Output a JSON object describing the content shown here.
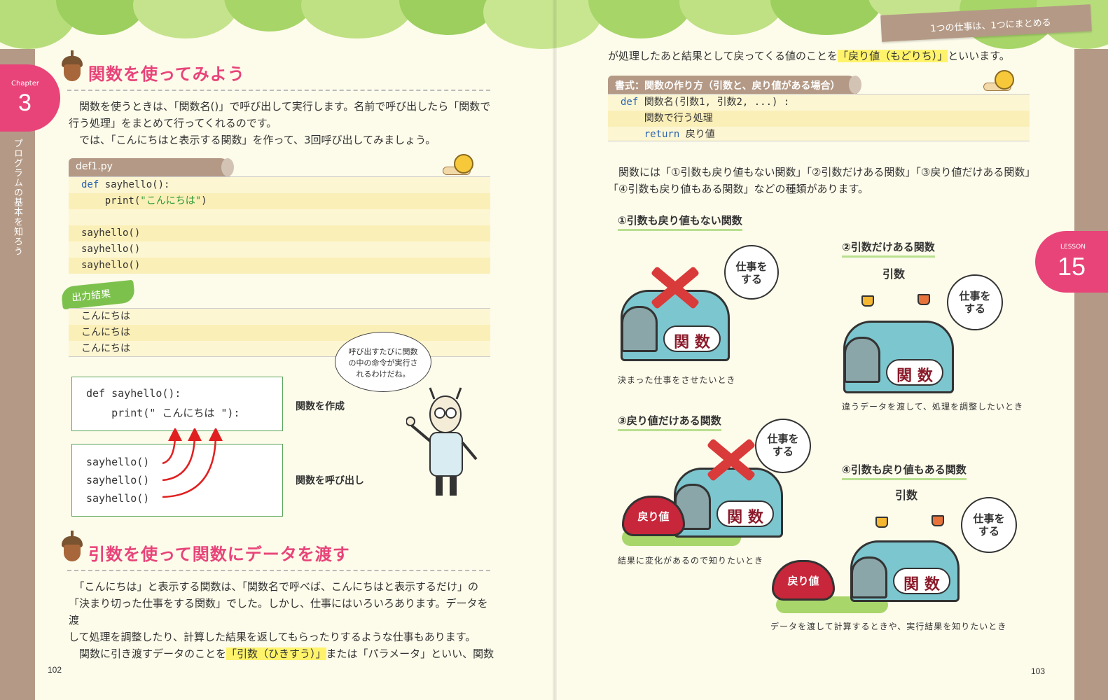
{
  "header": {
    "chapter_label": "Chapter",
    "chapter_number": "3",
    "chapter_title": "プログラムの基本を知ろう",
    "lesson_label": "LESSON",
    "lesson_number": "15",
    "banner": "1つの仕事は、1つにまとめる"
  },
  "left": {
    "section1_heading": "関数を使ってみよう",
    "section1_lines": [
      "　関数を使うときは、「関数名()」で呼び出して実行します。名前で呼び出したら「関数で",
      "行う処理」をまとめて行ってくれるのです。",
      "　では、「こんにちはと表示する関数」を作って、3回呼び出してみましょう。"
    ],
    "code_filename": "def1.py",
    "code": {
      "l1_kw": "def",
      "l1_rest": " sayhello():",
      "l2_pre": "    print(",
      "l2_str": "\"こんにちは\"",
      "l2_post": ")",
      "l4": "sayhello()",
      "l5": "sayhello()",
      "l6": "sayhello()"
    },
    "output_label": "出力結果",
    "output_lines": [
      "こんにちは",
      "こんにちは",
      "こんにちは"
    ],
    "diagram": {
      "def_line1": "def sayhello():",
      "def_line2": "    print(\" こんにちは \"):",
      "call1": "sayhello()",
      "call2": "sayhello()",
      "call3": "sayhello()",
      "label_create": "関数を作成",
      "label_call": "関数を呼び出し"
    },
    "bubble_lines": [
      "呼び出すたびに関数",
      "の中の命令が実行さ",
      "れるわけだね。"
    ],
    "section2_heading": "引数を使って関数にデータを渡す",
    "section2_lines": {
      "l1": "　「こんにちは」と表示する関数は、「関数名で呼べば、こんにちはと表示するだけ」の",
      "l2": "「決まり切った仕事をする関数」でした。しかし、仕事にはいろいろあります。データを渡",
      "l3": "して処理を調整したり、計算した結果を返してもらったりするような仕事もあります。",
      "l4_pre": "　関数に引き渡すデータのことを",
      "l4_hl": "「引数（ひきすう）」",
      "l4_post": "または「パラメータ」といい、関数"
    },
    "page_number": "102"
  },
  "right": {
    "intro_pre": "が処理したあと結果として戻ってくる値のことを",
    "intro_hl": "「戻り値（もどりち）」",
    "intro_post": "といいます。",
    "format_title": "書式：関数の作り方（引数と、戻り値がある場合）",
    "format": {
      "l1_kw": "def",
      "l1_rest": " 関数名(引数1, 引数2, ...) :",
      "l2": "    関数で行う処理",
      "l3_kw": "return",
      "l3_rest": " 戻り値"
    },
    "types_lines": [
      "　関数には「①引数も戻り値もない関数」「②引数だけある関数」「③戻り値だけある関数」",
      "「④引数も戻り値もある関数」などの種類があります。"
    ],
    "types": [
      {
        "title": "①引数も戻り値もない関数",
        "caption": "決まった仕事をさせたいとき"
      },
      {
        "title": "②引数だけある関数",
        "caption": "違うデータを渡して、処理を調整したいとき"
      },
      {
        "title": "③戻り値だけある関数",
        "caption": "結果に変化があるので知りたいとき"
      },
      {
        "title": "④引数も戻り値もある関数",
        "caption": "データを渡して計算するときや、実行結果を知りたいとき"
      }
    ],
    "illus": {
      "func_label": "関 数",
      "cloud_text_1": "仕事を",
      "cloud_text_2": "する",
      "arg_label": "引数",
      "ret_label": "戻り値"
    },
    "page_number": "103"
  },
  "colors": {
    "accent_pink": "#e8447a",
    "trunk_brown": "#b49a86",
    "leaf_green": "#7dc14d",
    "highlight_yellow": "#fff36b",
    "code_bg": "#fdf6d3"
  }
}
